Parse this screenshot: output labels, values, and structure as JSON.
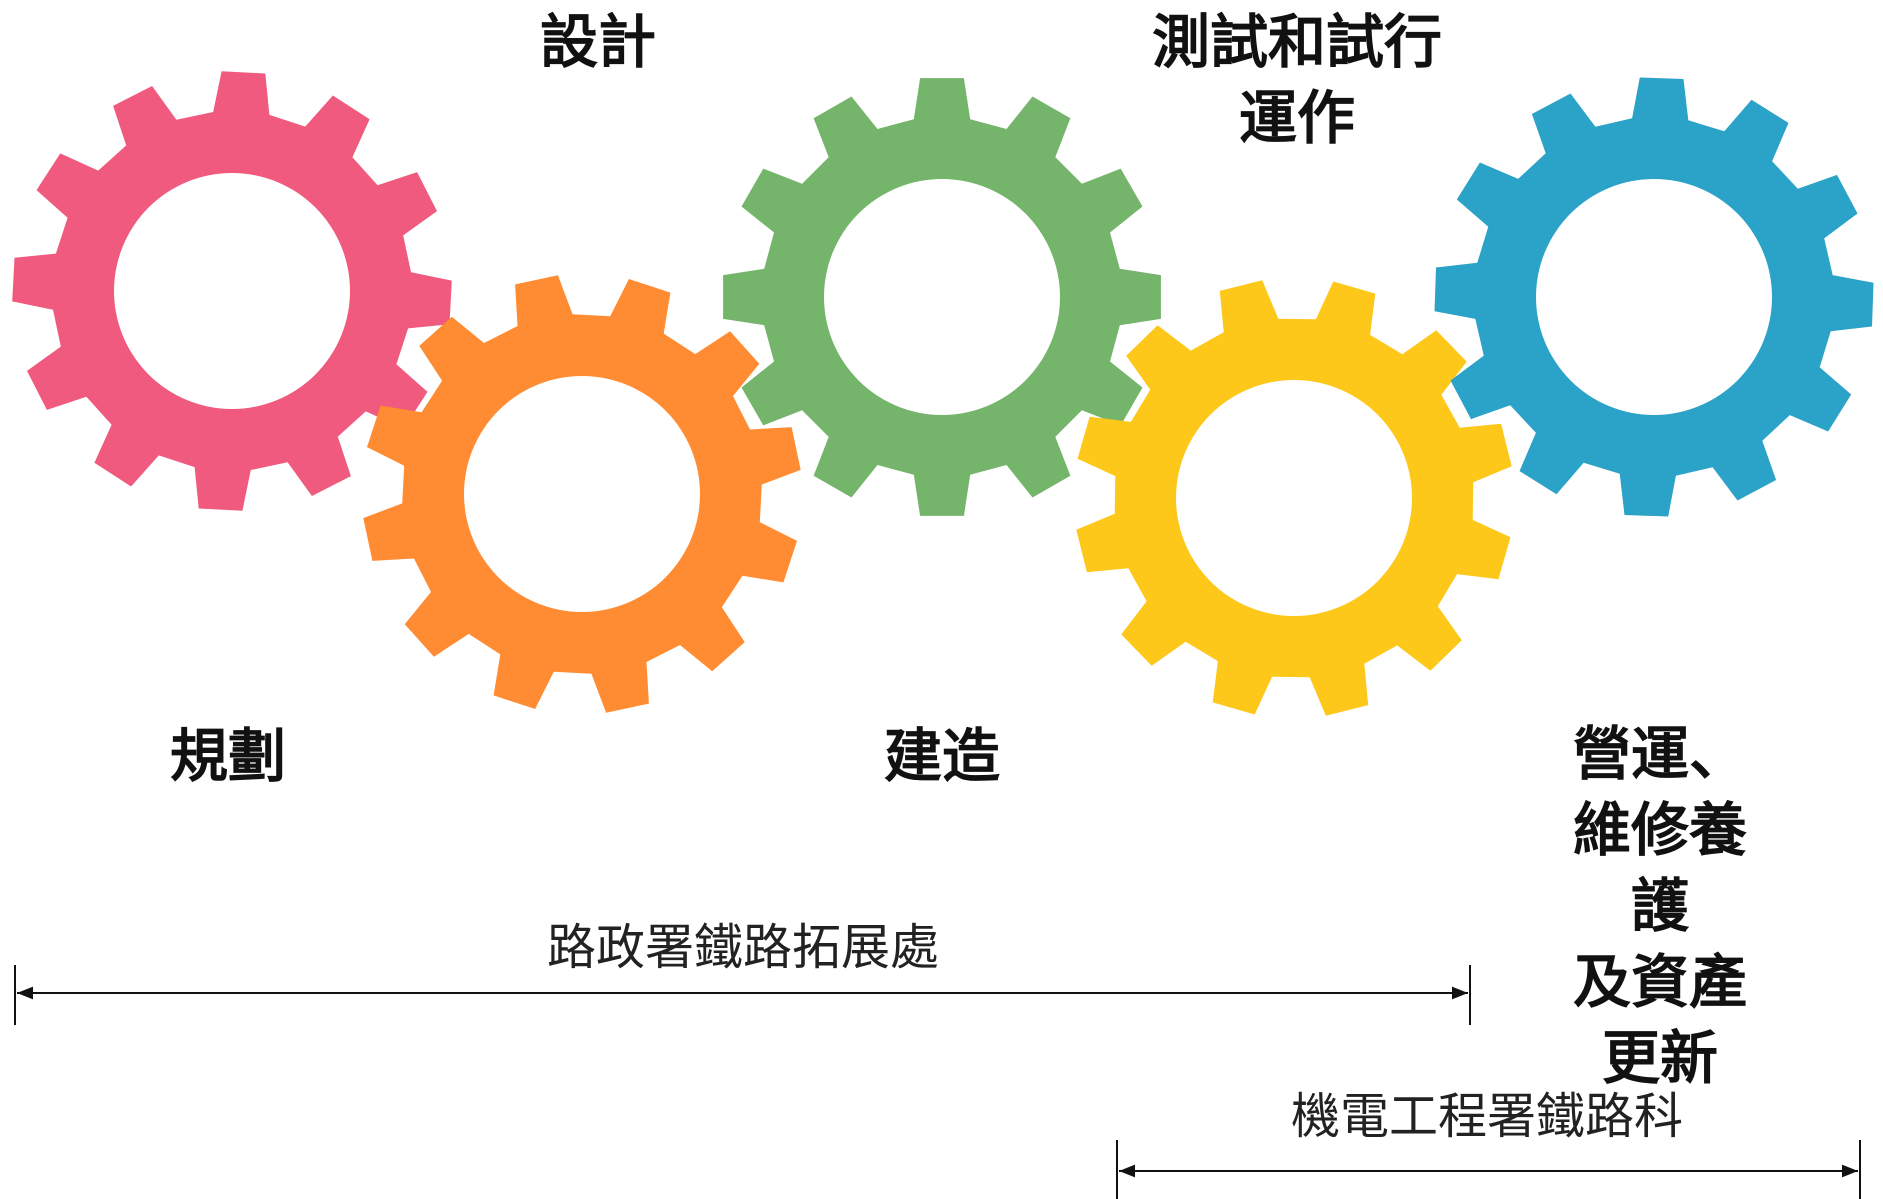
{
  "stages": [
    {
      "id": "planning",
      "label": "規劃",
      "color": "#ef5a7e"
    },
    {
      "id": "design",
      "label": "設計",
      "color": "#ff8c33"
    },
    {
      "id": "construction",
      "label": "建造",
      "color": "#75b56b"
    },
    {
      "id": "testing",
      "label": "測試和試行\n運作",
      "color": "#fdc81a"
    },
    {
      "id": "operation",
      "label": "營運、維修養護\n及資產更新",
      "color": "#2ba2c7"
    }
  ],
  "spans": [
    {
      "id": "highways-railway-development",
      "label": "路政署鐵路拓展處"
    },
    {
      "id": "electrical-mechanical-railway",
      "label": "機電工程署鐵路科"
    }
  ]
}
